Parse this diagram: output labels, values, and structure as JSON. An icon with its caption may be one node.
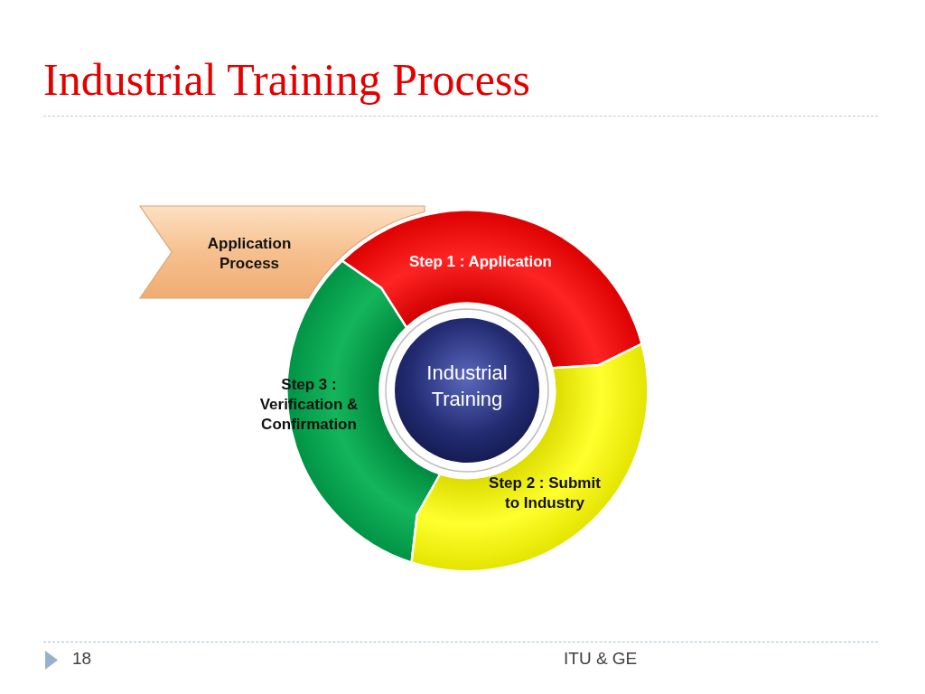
{
  "diagram": {
    "title": "Industrial Training Process",
    "nodes": [
      {
        "text": [
          "Application Process"
        ]
      },
      {
        "text": [
          "Step 1 : Application"
        ]
      },
      {
        "text": [
          "Step 3 : Verification & Confirmation"
        ]
      },
      {
        "text": [
          "Industrial Training"
        ]
      },
      {
        "text": [
          "Step 2 : Submit to Industry"
        ]
      }
    ],
    "labels": [
      "18",
      "ITU & GE"
    ]
  }
}
